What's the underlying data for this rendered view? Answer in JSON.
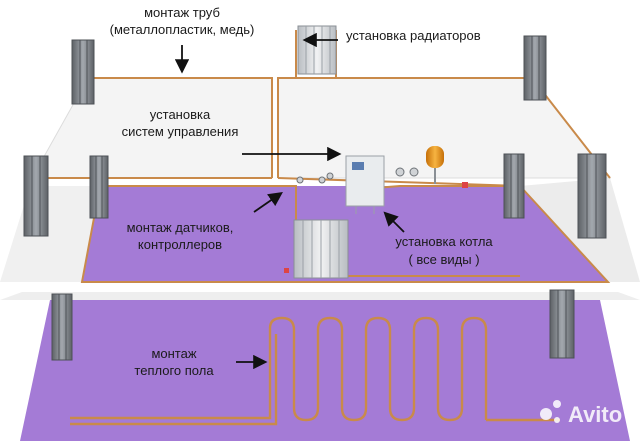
{
  "labels": {
    "pipes_line1": "монтаж труб",
    "pipes_line2": "(металлопластик, медь)",
    "radiators": "установка радиаторов",
    "control_line1": "установка",
    "control_line2": "систем управления",
    "sensors_line1": "монтаж датчиков,",
    "sensors_line2": "контроллеров",
    "boiler_line1": "установка котла",
    "boiler_line2": "( все виды )",
    "floor_line1": "монтаж",
    "floor_line2": "теплого пола"
  },
  "watermark": "Avito",
  "colors": {
    "floor_purple": "#a47bd6",
    "floor_white": "#f4f4f4",
    "pipe": "#c98a4a",
    "radiator": "#7a7f85",
    "tank": "#e8961a",
    "boiler": "#e9ecee"
  }
}
